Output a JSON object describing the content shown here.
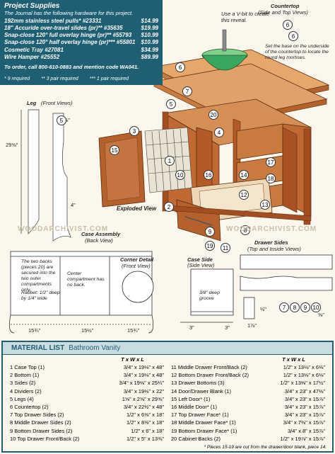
{
  "supplies": {
    "title": "Project Supplies",
    "intro": "The Journal has the following hardware for this project.",
    "items": [
      {
        "desc": "192mm stainless steel pulls* #23331",
        "price": "$14.99"
      },
      {
        "desc": "18\" Accuride over-travel slides (pr)** #35635",
        "price": "$19.99"
      },
      {
        "desc": "Snap-close 120° full overlay hinge (pr)** #55793",
        "price": "$10.99"
      },
      {
        "desc": "Snap-close 120° half overlay hinge (pr)*** #55801",
        "price": "$10.99"
      },
      {
        "desc": "Cosmetic Tray #27081",
        "price": "$34.99"
      },
      {
        "desc": "Wire Hamper #25552",
        "price": "$89.99"
      }
    ],
    "order": "To order, call 800-610-0883 and mention code WA041.",
    "notes": [
      "* 9 required",
      "** 3 pair required",
      "*** 1 pair required"
    ]
  },
  "callouts": {
    "vbit": "Use a V-bit to create this reveal.",
    "countertop": "Countertop",
    "countertop_view": "(Side and Top Views)",
    "set_base": "Set the base on the underside of the countertop to locate the round leg mortises.",
    "leg": "Leg",
    "leg_view": "(Front Views)",
    "exploded": "Exploded View",
    "case_assembly": "Case Assembly",
    "case_assembly_view": "(Back View)",
    "two_backs": "The two backs (pieces 20) are secured into the two outer compartments only.",
    "rabbet": "Rabbet: 1/2\" deep by 1/4\" wide",
    "center": "Center compartment has no back.",
    "corner_detail": "Corner Detail",
    "corner_view": "(Front View)",
    "case_side": "Case Side",
    "case_side_view": "(Side View)",
    "dado": "3/8\" deep groove",
    "drawer_sides": "Drawer Sides",
    "drawer_sides_view": "(Top and Inside Views)"
  },
  "dims": {
    "d1": "29⅝\"",
    "d2": "4\"",
    "d3": "15¾\"",
    "d4": "15½\"",
    "d5": "15¾\"",
    "d6": "3\"",
    "d7": "3\"",
    "d8": "1⅞\"",
    "d9": "⅜\"",
    "d10": "⅛\"",
    "d11": "½\""
  },
  "parts_circles": [
    "6",
    "6",
    "7",
    "5",
    "4",
    "20",
    "15",
    "16",
    "17",
    "18",
    "19",
    "12",
    "13",
    "14",
    "9",
    "10",
    "11",
    "8",
    "2",
    "1",
    "3",
    "5",
    "6",
    "7",
    "8",
    "9",
    "10"
  ],
  "material": {
    "title": "MATERIAL LIST",
    "subtitle": "Bathroom Vanity",
    "txwl": "T x W x L",
    "left": [
      {
        "part": "1  Case Top (1)",
        "dims": "3/4\" x 19⅛\" x 48\""
      },
      {
        "part": "2  Bottom (1)",
        "dims": "3/4\" x 19⅛\" x 48\""
      },
      {
        "part": "3  Sides (2)",
        "dims": "3/4\" x 19⅛\" x 25¼\""
      },
      {
        "part": "4  Dividers (2)",
        "dims": "3/4\" x 19⅛\" x 22\""
      },
      {
        "part": "5  Legs (4)",
        "dims": "1⅝\" x 2⅝\" x 29⅝\""
      },
      {
        "part": "6  Countertop (2)",
        "dims": "3/4\" x 22½\" x 48\""
      },
      {
        "part": "7  Top Drawer Sides (2)",
        "dims": "1/2\" x 6⅜\" x 18\""
      },
      {
        "part": "8  Middle Drawer Sides (2)",
        "dims": "1/2\" x 8⅜\" x 18\""
      },
      {
        "part": "9  Bottom Drawer Sides (2)",
        "dims": "1/2\" x 6\" x 18\""
      },
      {
        "part": "10  Top Drawer Front/Back (2)",
        "dims": "1/2\" x 5\" x 13⅜\""
      }
    ],
    "right": [
      {
        "part": "11  Middle Drawer Front/Back (2)",
        "dims": "1/2\" x 13⅛\" x 6⅛\""
      },
      {
        "part": "12  Bottom Drawer Front/Back (2)",
        "dims": "1/2\" x 13⅛\" x 6⅛\""
      },
      {
        "part": "13  Drawer Bottoms (3)",
        "dims": "1/2\" x 13⅛\" x 17½\""
      },
      {
        "part": "14  Door/Drawer Blank (1)",
        "dims": "3/4\" x 23\" x 47⅛\""
      },
      {
        "part": "15  Left Door* (1)",
        "dims": "3/4\" x 23\" x 15⅞\""
      },
      {
        "part": "16  Middle Door* (1)",
        "dims": "3/4\" x 23\" x 15⅞\""
      },
      {
        "part": "17  Top Drawer Face* (1)",
        "dims": "3/4\" x 23\" x 15⅞\""
      },
      {
        "part": "18  Middle Drawer Face* (1)",
        "dims": "3/4\" x 7⅜\" x 15⅞\""
      },
      {
        "part": "19  Bottom Drawer Face* (1)",
        "dims": "3/4\" x 8\" x 15⅞\""
      },
      {
        "part": "20  Cabinet Backs (2)",
        "dims": "1/2\" x 19⅞\" x 15⅞\""
      }
    ],
    "footnote": "* Pieces 15-19 are cut from the drawer/door blank, piece 14."
  },
  "watermark": "WOODARCHIVIST.COM",
  "colors": {
    "teal": "#1f5f73",
    "wood": "#b5562a",
    "wood_light": "#e0a16b",
    "bowl": "#3aa760"
  }
}
